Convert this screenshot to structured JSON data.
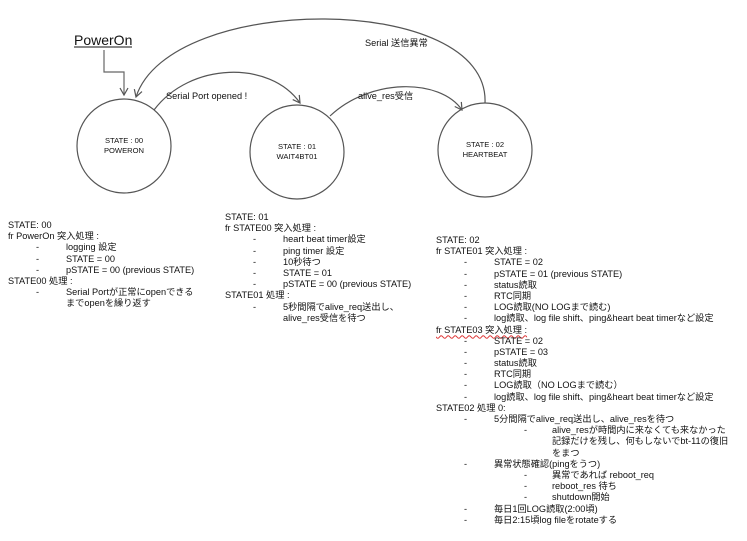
{
  "diagram": {
    "power_on_label": "PowerOn",
    "states": [
      {
        "id": "s00",
        "line1": "STATE : 00",
        "line2": "POWERON"
      },
      {
        "id": "s01",
        "line1": "STATE : 01",
        "line2": "WAIT4BT01"
      },
      {
        "id": "s02",
        "line1": "STATE : 02",
        "line2": "HEARTBEAT"
      }
    ],
    "transitions": {
      "s00_to_s01": "Serial Port opened !",
      "s01_to_s02": "alive_res受信",
      "s02_to_s00": "Serial 送信異常"
    }
  },
  "notes": {
    "state00": [
      {
        "lv": 0,
        "text": "STATE: 00"
      },
      {
        "lv": 0,
        "text": "fr PowerOn 突入処理 :"
      },
      {
        "lv": 1,
        "text": "logging 設定"
      },
      {
        "lv": 1,
        "text": "STATE = 00"
      },
      {
        "lv": 1,
        "text": "pSTATE = 00 (previous STATE)"
      },
      {
        "lv": 0,
        "text": "STATE00 処理 :"
      },
      {
        "lv": 1,
        "text": "Serial Portが正常にopenできる"
      },
      {
        "lv": 1,
        "cont": true,
        "text": "までopenを繰り返す"
      }
    ],
    "state01": [
      {
        "lv": 0,
        "text": "STATE: 01"
      },
      {
        "lv": 0,
        "text": "fr STATE00 突入処理 :"
      },
      {
        "lv": 1,
        "text": "heart beat timer設定"
      },
      {
        "lv": 1,
        "text": "ping timer 設定"
      },
      {
        "lv": 1,
        "text": "10秒待つ"
      },
      {
        "lv": 1,
        "text": "STATE = 01"
      },
      {
        "lv": 1,
        "text": "pSTATE = 00 (previous STATE)"
      },
      {
        "lv": 0,
        "text": "STATE01 処理 :"
      },
      {
        "lv": 1,
        "text": "5秒間隔でalive_req送出し、"
      },
      {
        "lv": 1,
        "cont": true,
        "text": "alive_res受信を待つ"
      }
    ],
    "state02": [
      {
        "lv": 0,
        "text": "STATE: 02"
      },
      {
        "lv": 0,
        "text": "fr STATE01 突入処理 :"
      },
      {
        "lv": 1,
        "text": "STATE = 02"
      },
      {
        "lv": 1,
        "text": "pSTATE = 01 (previous STATE)"
      },
      {
        "lv": 1,
        "text": "status読取"
      },
      {
        "lv": 1,
        "text": "RTC同期"
      },
      {
        "lv": 1,
        "text": "LOG読取(NO LOGまで読む)"
      },
      {
        "lv": 1,
        "text": "log読取、log file shift、ping&heart beat timerなど設定"
      },
      {
        "lv": 0,
        "text": "fr STATE03 突入処理 :",
        "squiggle": true
      },
      {
        "lv": 1,
        "text": "STATE = 02"
      },
      {
        "lv": 1,
        "text": "pSTATE = 03"
      },
      {
        "lv": 1,
        "text": "status読取"
      },
      {
        "lv": 1,
        "text": "RTC同期"
      },
      {
        "lv": 1,
        "text": "LOG読取（NO LOGまで読む）"
      },
      {
        "lv": 1,
        "text": "log読取、log file shift、ping&heart beat timerなど設定"
      },
      {
        "lv": 0,
        "text": "STATE02 処理 0:"
      },
      {
        "lv": 1,
        "text": "5分間隔でalive_req送出し、alive_resを待つ"
      },
      {
        "lv": 2,
        "text": "alive_resが時間内に来なくても来なかった"
      },
      {
        "lv": 2,
        "cont": true,
        "text": "記録だけを残し、何もしないでbt-11の復旧"
      },
      {
        "lv": 2,
        "cont": true,
        "text": "をまつ"
      },
      {
        "lv": 1,
        "text": "異常状態確認(pingをうつ)"
      },
      {
        "lv": 2,
        "text": "異常であれば reboot_req"
      },
      {
        "lv": 2,
        "text": "reboot_res 待ち"
      },
      {
        "lv": 2,
        "text": "shutdown開始"
      },
      {
        "lv": 1,
        "text": "毎日1回LOG読取(2:00頃)"
      },
      {
        "lv": 1,
        "text": "毎日2:15頃log fileをrotateする"
      }
    ]
  }
}
